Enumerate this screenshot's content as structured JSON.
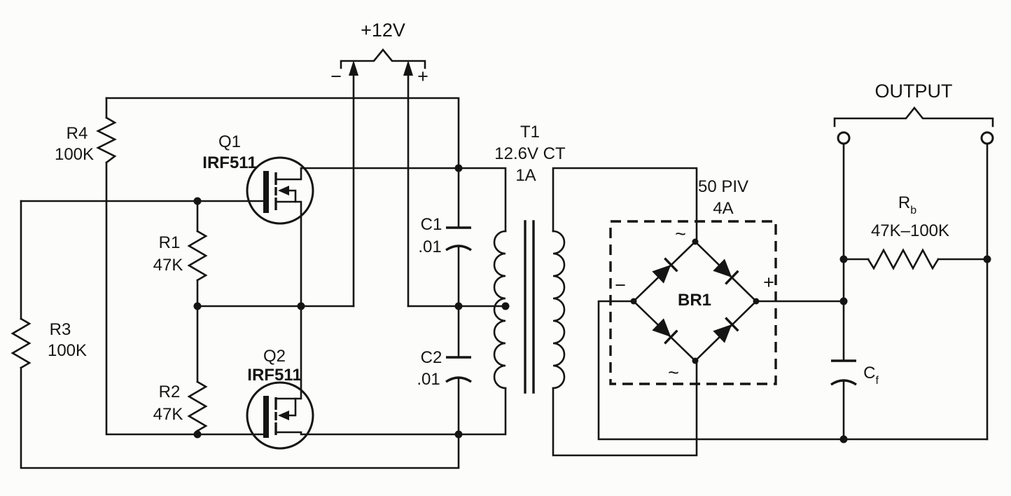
{
  "diagram": "push-pull MOSFET DC-DC converter schematic",
  "colors": {
    "ink": "#151515",
    "background": "#fcfcfa"
  },
  "supply": {
    "voltage": "+12V",
    "minus": "−",
    "plus": "+"
  },
  "components": {
    "q1": {
      "ref": "Q1",
      "part": "IRF511"
    },
    "q2": {
      "ref": "Q2",
      "part": "IRF511"
    },
    "r1": {
      "ref": "R1",
      "value": "47K"
    },
    "r2": {
      "ref": "R2",
      "value": "47K"
    },
    "r3": {
      "ref": "R3",
      "value": "100K"
    },
    "r4": {
      "ref": "R4",
      "value": "100K"
    },
    "c1": {
      "ref": "C1",
      "value": ".01"
    },
    "c2": {
      "ref": "C2",
      "value": ".01"
    },
    "t1": {
      "ref": "T1",
      "spec": "12.6V CT",
      "current": "1A"
    },
    "br1": {
      "ref": "BR1",
      "piv": "50 PIV",
      "amps": "4A",
      "plus": "+",
      "minus": "−",
      "ac_top": "~",
      "ac_bottom": "~"
    },
    "rb": {
      "ref": "R",
      "sub": "b",
      "value": "47K–100K"
    },
    "cf": {
      "ref": "C",
      "sub": "f"
    }
  },
  "output": {
    "label": "OUTPUT"
  }
}
